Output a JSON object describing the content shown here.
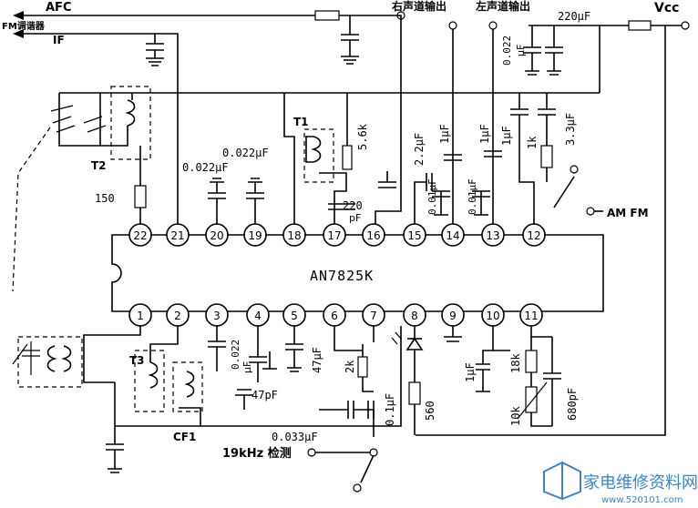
{
  "ic": {
    "part_number": "AN7825K",
    "pins_top": [
      "22",
      "21",
      "20",
      "19",
      "18",
      "17",
      "16",
      "15",
      "14",
      "13",
      "12"
    ],
    "pins_bottom": [
      "1",
      "2",
      "3",
      "4",
      "5",
      "6",
      "7",
      "8",
      "9",
      "10",
      "11"
    ]
  },
  "signals": {
    "afc": "AFC",
    "fm_tuner": "FM调谐器",
    "if": "IF",
    "right_out": "右声道输出",
    "left_out": "左声道输出",
    "vcc": "Vcc",
    "am_fm": "AM FM",
    "detect_19khz": "19kHz 检测"
  },
  "components": {
    "c_220uf": "220μF",
    "c_0022_vcc": "0.022",
    "c_0022_vcc_unit": "μF",
    "t1": "T1",
    "t2": "T2",
    "t3": "T3",
    "cf1": "CF1",
    "r_56k": "5.6k",
    "c_0022_18": "0.022μF",
    "c_0022_20": "0.022μF",
    "r_150": "150",
    "c_22uf": "2.2μF",
    "c_1uf_a": "1μF",
    "c_001_a": "0.01μF",
    "c_1uf_b": "1μF",
    "c_001_b": "0.01μF",
    "c_1uf_c": "1μF",
    "r_1k": "1k",
    "c_33uf": "3.3μF",
    "c_220pf": "220",
    "c_220pf_unit": "pF",
    "c_0022_3": "0.022",
    "c_0022_3_unit": "μF",
    "c_47uf": "47μF",
    "c_47pf": "47pF",
    "r_2k": "2k",
    "c_01uf": "0.1μF",
    "r_560": "560",
    "c_1uf_10": "1μF",
    "r_18k": "18k",
    "r_10k": "10k",
    "c_680pf": "680pF",
    "c_0033uf": "0.033μF"
  },
  "watermark": {
    "brand": "家电维修资料网",
    "url": "www.520101.com"
  }
}
